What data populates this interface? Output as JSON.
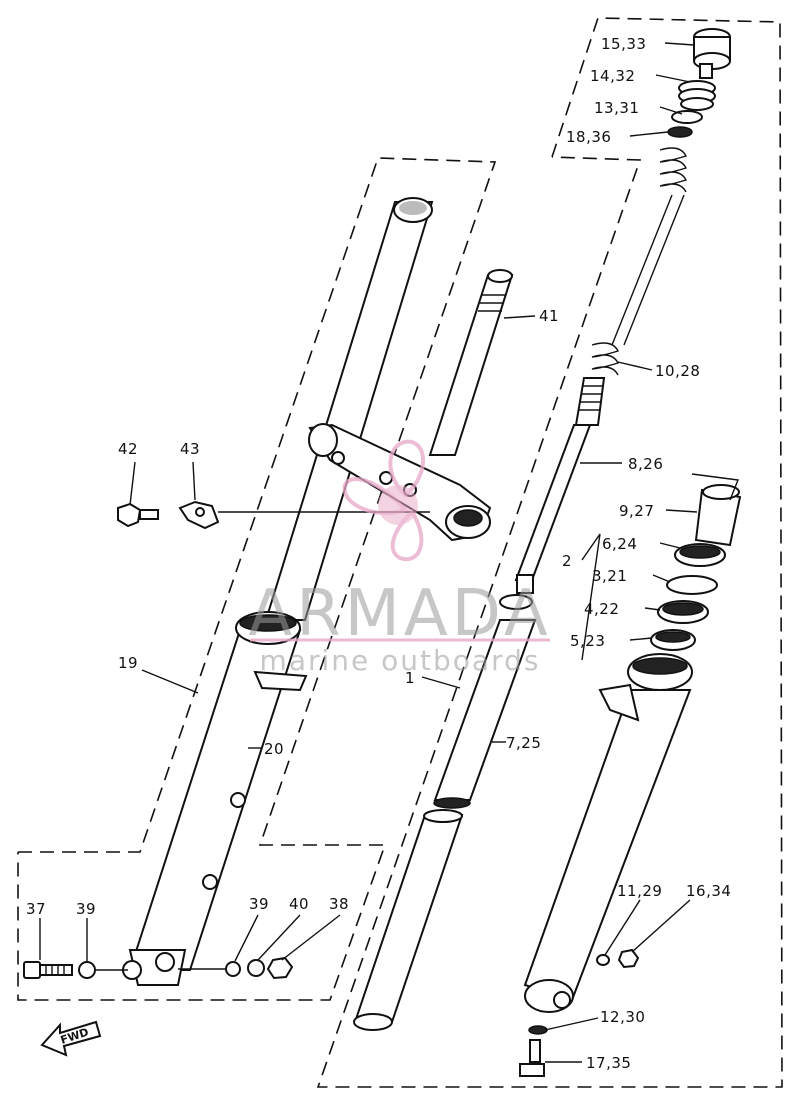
{
  "labels": {
    "p1": "1",
    "p2": "2",
    "p19": "19",
    "p20": "20",
    "p3_21": "3,21",
    "p4_22": "4,22",
    "p5_23": "5,23",
    "p6_24": "6,24",
    "p7_25": "7,25",
    "p8_26": "8,26",
    "p9_27": "9,27",
    "p10_28": "10,28",
    "p11_29": "11,29",
    "p12_30": "12,30",
    "p13_31": "13,31",
    "p14_32": "14,32",
    "p15_33": "15,33",
    "p16_34": "16,34",
    "p17_35": "17,35",
    "p18_36": "18,36",
    "p37": "37",
    "p38": "38",
    "p39a": "39",
    "p39b": "39",
    "p40": "40",
    "p41": "41",
    "p42": "42",
    "p43": "43"
  },
  "watermark": {
    "brand": "ARMADA",
    "tagline": "marine outboards",
    "color": "#e8a8c8"
  },
  "fwd_label": "FWD"
}
